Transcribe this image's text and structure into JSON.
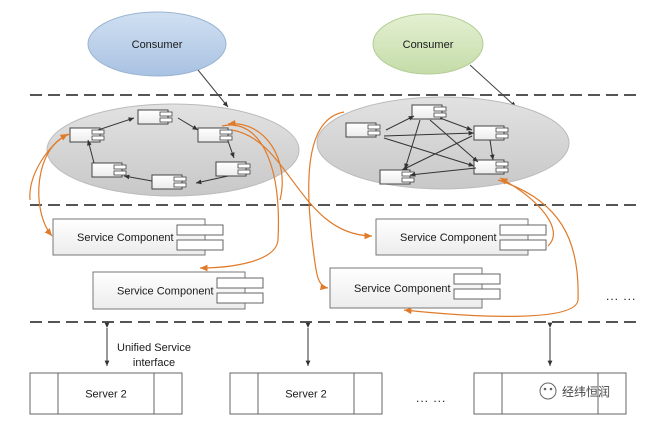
{
  "consumers": [
    "Consumer",
    "Consumer"
  ],
  "service_component_label": "Service Component",
  "interface_label_line1": "Unified Service",
  "interface_label_line2": "interface",
  "servers": [
    "Server 2",
    "Server 2"
  ],
  "ellipsis": "... ...",
  "watermark": "经纬恒润",
  "colors": {
    "consumer_left": "#b8cce6",
    "consumer_right": "#d2e6bc",
    "cluster": "#d4d4d4",
    "orange": "#e07b2a",
    "line": "#404040"
  }
}
